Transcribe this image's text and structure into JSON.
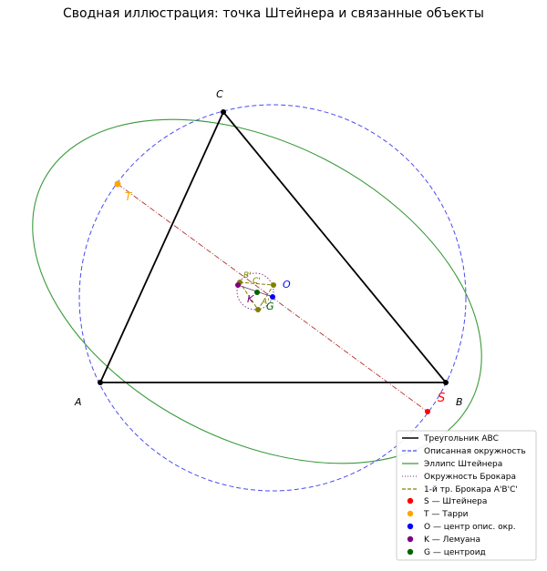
{
  "figure": {
    "title": "Сводная иллюстрация: точка Штейнера и связанные объекты"
  },
  "vertex_labels": {
    "A": "A",
    "B": "B",
    "C": "C"
  },
  "point_labels": {
    "S": "S",
    "T": "T",
    "O": "O",
    "K": "K",
    "G": "G",
    "A1": "A'",
    "B1": "B'",
    "C1": "C'"
  },
  "colors": {
    "triangle": "#000000",
    "circumcircle": "#4a4af0",
    "steiner_ellipse": "#3a9a3a",
    "brocard_circle": "#7a2a7a",
    "brocard_triangle": "#808000",
    "steiner_point": "#ff0000",
    "tarry_point": "#ffa500",
    "circumcenter": "#0000ff",
    "lemoine_point": "#800080",
    "centroid": "#006400",
    "line_ST": "#b03030"
  },
  "legend": {
    "items": [
      {
        "id": "triangle",
        "label": "Треугольник ABC",
        "style": "solid",
        "color": "#000000"
      },
      {
        "id": "circum",
        "label": "Описанная окружность",
        "style": "dashed",
        "color": "#4a4af0"
      },
      {
        "id": "ellipse",
        "label": "Эллипс Штейнера",
        "style": "solid",
        "color": "#3a9a3a"
      },
      {
        "id": "brocard",
        "label": "Окружность Брокара",
        "style": "dotted",
        "color": "#7a2a7a"
      },
      {
        "id": "brocard-tri",
        "label": "1-й тр. Брокара A'B'C'",
        "style": "dashed",
        "color": "#808000"
      },
      {
        "id": "S",
        "label": "S — Штейнера",
        "style": "marker",
        "color": "#ff0000"
      },
      {
        "id": "T",
        "label": "T — Тарри",
        "style": "marker",
        "color": "#ffa500"
      },
      {
        "id": "O",
        "label": "O — центр опис. окр.",
        "style": "marker",
        "color": "#0000ff"
      },
      {
        "id": "K",
        "label": "K — Лемуана",
        "style": "marker",
        "color": "#800080"
      },
      {
        "id": "G",
        "label": "G — центроид",
        "style": "marker",
        "color": "#006400"
      }
    ]
  }
}
